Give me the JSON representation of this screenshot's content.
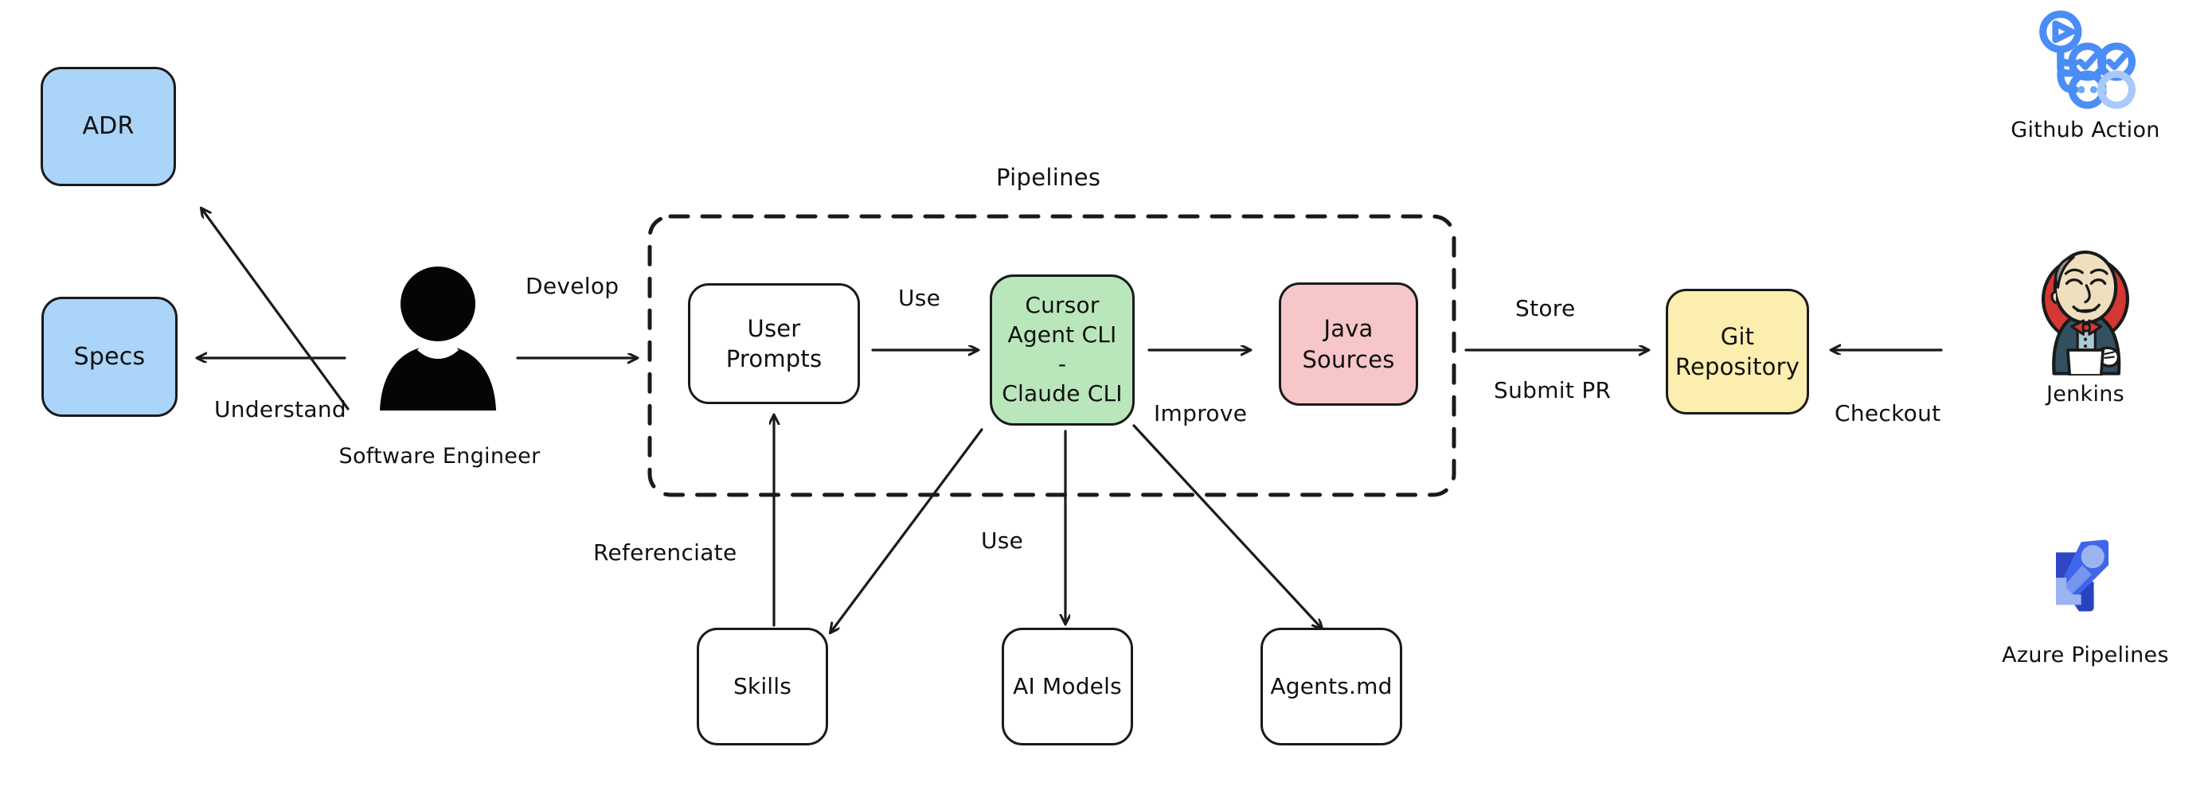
{
  "diagram": {
    "title_label": "Pipelines",
    "actor": {
      "name": "Software Engineer",
      "icon": "person-icon"
    },
    "nodes": [
      {
        "id": "adr",
        "label": "ADR",
        "color": "#aad4f8"
      },
      {
        "id": "specs",
        "label": "Specs",
        "color": "#aad4f8"
      },
      {
        "id": "user_prompts",
        "label": "User\nPrompts",
        "color": "#ffffff"
      },
      {
        "id": "cursor_cli",
        "label": "Cursor\nAgent CLI\n-\nClaude CLI",
        "color": "#b9e7bb"
      },
      {
        "id": "java_sources",
        "label": "Java\nSources",
        "color": "#f6c6c8"
      },
      {
        "id": "git_repo",
        "label": "Git\nRepository",
        "color": "#fbeeae"
      },
      {
        "id": "skills",
        "label": "Skills",
        "color": "#ffffff"
      },
      {
        "id": "ai_models",
        "label": "AI Models",
        "color": "#ffffff"
      },
      {
        "id": "agents_md",
        "label": "Agents.md",
        "color": "#ffffff"
      }
    ],
    "edge_labels": [
      {
        "id": "develop",
        "text": "Develop"
      },
      {
        "id": "understand",
        "text": "Understand"
      },
      {
        "id": "use_prompts",
        "text": "Use"
      },
      {
        "id": "improve",
        "text": "Improve"
      },
      {
        "id": "store",
        "text": "Store"
      },
      {
        "id": "submit_pr",
        "text": "Submit PR"
      },
      {
        "id": "checkout",
        "text": "Checkout"
      },
      {
        "id": "referenciate",
        "text": "Referenciate"
      },
      {
        "id": "use_models",
        "text": "Use"
      }
    ],
    "tech_icons": [
      {
        "id": "github_action",
        "label": "Github Action",
        "icon": "github-actions-icon"
      },
      {
        "id": "jenkins",
        "label": "Jenkins",
        "icon": "jenkins-butler-icon"
      },
      {
        "id": "azure_pipelines",
        "label": "Azure Pipelines",
        "icon": "azure-pipelines-rocket-icon"
      }
    ],
    "group": {
      "id": "pipelines_group",
      "label": "Pipelines",
      "style": "dashed"
    },
    "colors": {
      "stroke": "#1a1a1a",
      "blue_fill": "#aad4f8",
      "green_fill": "#b9e7bb",
      "pink_fill": "#f6c6c8",
      "yellow_fill": "#fbeeae",
      "white_fill": "#ffffff",
      "github_blue": "#4a8df6",
      "jenkins_red": "#d33833",
      "jenkins_suit": "#335061",
      "azure_blue": "#3f51d8"
    }
  }
}
